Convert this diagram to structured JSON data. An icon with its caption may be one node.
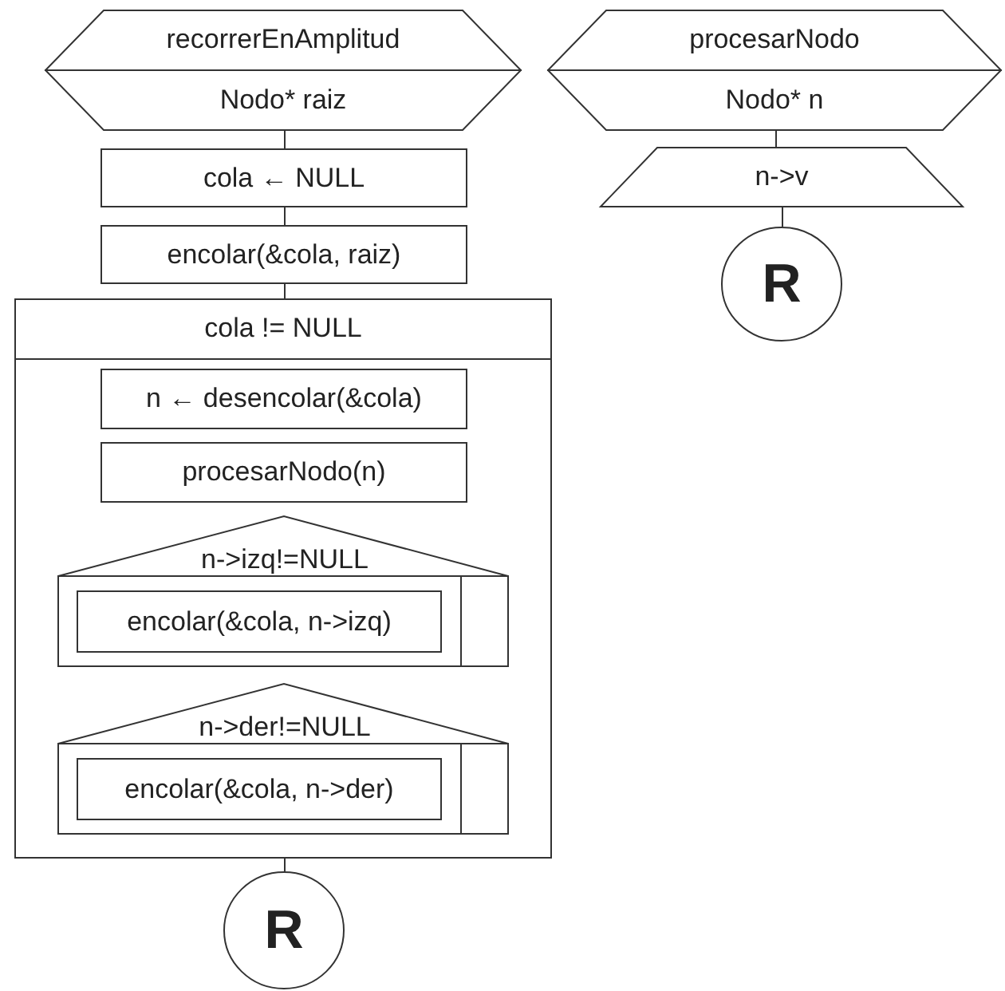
{
  "diagram": {
    "nodes": [
      {
        "text": [
          "recorrerEnAmplitud",
          "Nodo* raiz"
        ]
      },
      {
        "text": [
          "cola ← NULL"
        ]
      },
      {
        "text": [
          "encolar(&cola, raiz)"
        ]
      },
      {
        "text": [
          "cola != NULL"
        ]
      },
      {
        "text": [
          "n ← desencolar(&cola)"
        ],
        "in": 3
      },
      {
        "text": [
          "procesarNodo(n)"
        ],
        "in": 3
      },
      {
        "text": [
          "n->izq!=NULL"
        ],
        "in": 3
      },
      {
        "text": [
          "encolar(&cola, n->izq)"
        ],
        "in": 6
      },
      {
        "text": [
          "n->der!=NULL"
        ],
        "in": 3
      },
      {
        "text": [
          "encolar(&cola, n->der)"
        ],
        "in": 8
      },
      {
        "text": [
          "R"
        ]
      },
      {
        "text": [
          "procesarNodo",
          "Nodo* n"
        ]
      },
      {
        "text": [
          "n->v"
        ]
      },
      {
        "text": [
          "R"
        ]
      }
    ],
    "edges": [
      {
        "from": 0,
        "to": 1,
        "arrow": "none"
      },
      {
        "from": 1,
        "to": 2,
        "arrow": "none"
      },
      {
        "from": 2,
        "to": 3,
        "arrow": "none"
      },
      {
        "from": 3,
        "to": 10,
        "arrow": "none"
      },
      {
        "from": 11,
        "to": 12,
        "arrow": "none"
      },
      {
        "from": 12,
        "to": 13,
        "arrow": "none"
      }
    ]
  }
}
